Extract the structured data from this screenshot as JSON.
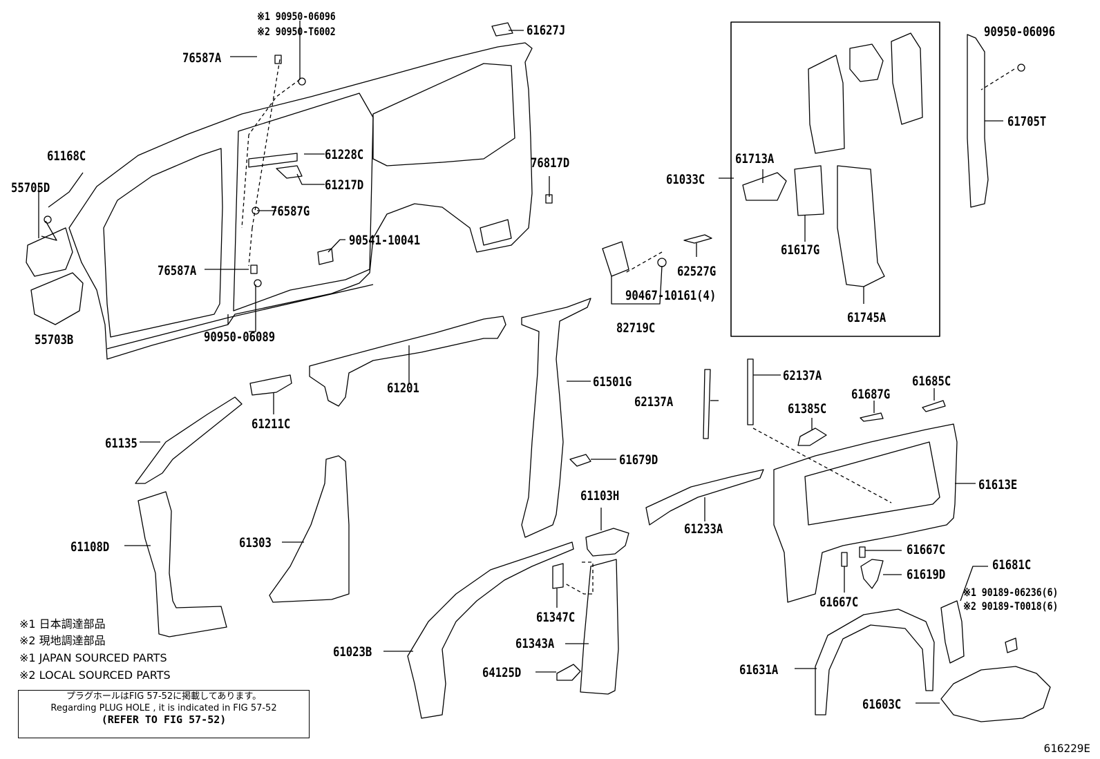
{
  "diagram": {
    "figure_code": "616229E",
    "parts": {
      "p61627J": "61627J",
      "p76587A_top": "76587A",
      "p90950_06096_note1": "※1 90950-06096",
      "p90950_T6002_note2": "※2 90950-T6002",
      "p61168C": "61168C",
      "p55705D": "55705D",
      "p55703B": "55703B",
      "p61228C": "61228C",
      "p61217D": "61217D",
      "p76587G": "76587G",
      "p90541_10041": "90541-10041",
      "p76587A_mid": "76587A",
      "p90950_06089": "90950-06089",
      "p76817D": "76817D",
      "p61033C": "61033C",
      "p61713A": "61713A",
      "p61617G": "61617G",
      "p61745A": "61745A",
      "p90950_06096_right": "90950-06096",
      "p61705T": "61705T",
      "p62527G": "62527G",
      "p90467_10161": "90467-10161(4)",
      "p82719C": "82719C",
      "p61201": "61201",
      "p61501G": "61501G",
      "p61211C": "61211C",
      "p61135": "61135",
      "p62137A_left": "62137A",
      "p62137A_right": "62137A",
      "p61385C": "61385C",
      "p61687G": "61687G",
      "p61685C": "61685C",
      "p61679D": "61679D",
      "p61613E": "61613E",
      "p61108D": "61108D",
      "p61303": "61303",
      "p61103H": "61103H",
      "p61233A": "61233A",
      "p61667C_top": "61667C",
      "p61619D": "61619D",
      "p61681C": "61681C",
      "p61667C_bottom": "61667C",
      "p90189_06236": "※1 90189-06236(6)",
      "p90189_T0018": "※2 90189-T0018(6)",
      "p61347C": "61347C",
      "p61343A": "61343A",
      "p61023B": "61023B",
      "p64125D": "64125D",
      "p61631A": "61631A",
      "p61603C": "61603C"
    },
    "legend": [
      "※1  日本調達部品",
      "※2  現地調達部品",
      "※1  JAPAN SOURCED PARTS",
      "※2  LOCAL SOURCED PARTS"
    ],
    "note": {
      "line1": "プラグホールはFIG 57-52に掲載してあります。",
      "line2": "Regarding  PLUG HOLE , it is indicated in FIG  57-52",
      "line3": "(REFER TO FIG 57-52)"
    }
  }
}
